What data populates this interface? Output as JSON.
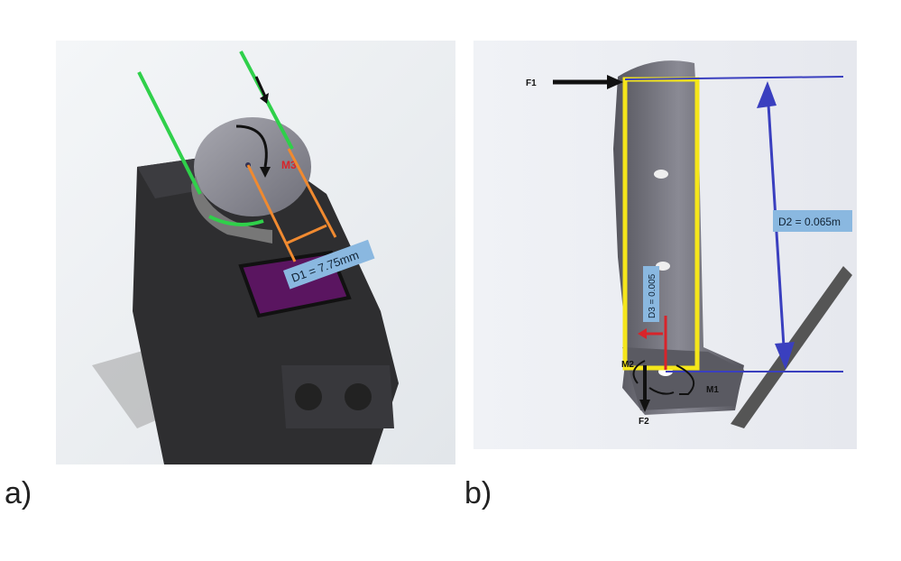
{
  "panel_a": {
    "caption": "a)",
    "moment_label": "M3",
    "dimension_label": "D1 = 7.75mm",
    "dim_sym": "D",
    "dim_sub": "1",
    "dim_value": " = 7.75mm"
  },
  "panel_b": {
    "caption": "b)",
    "force1_label": "F1",
    "force2_label": "F2",
    "moment1_label": "M1",
    "moment2_label": "M2",
    "d2_label": "D2 = 0.065m",
    "d2_sym": "D",
    "d2_sub": "2",
    "d2_value": " = 0.065m",
    "d3_label": "D3 = 0.005",
    "d3_sym": "D",
    "d3_sub": "3",
    "d3_value": " = 0.005"
  },
  "colors": {
    "green": "#2fd04a",
    "orange": "#f08a30",
    "yellow": "#f5e61a",
    "blue": "#3a3fbf",
    "red": "#d8242a",
    "label_bg": "#8ab8e0"
  }
}
